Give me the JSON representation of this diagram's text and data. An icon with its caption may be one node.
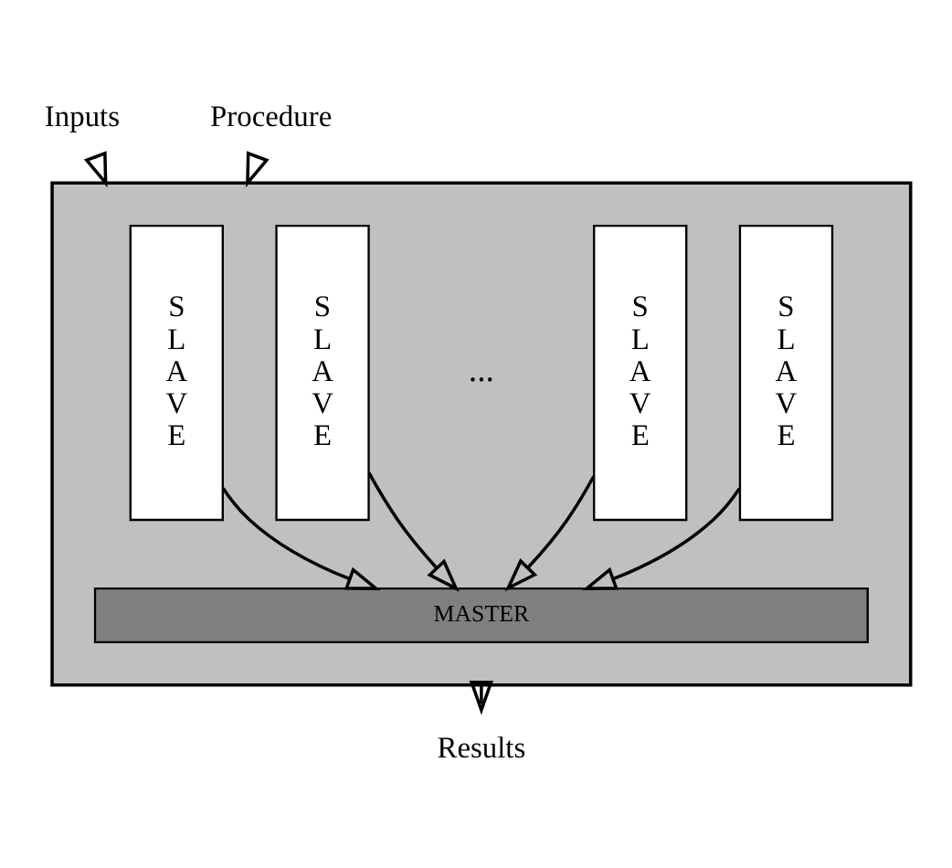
{
  "diagram": {
    "nodes": [
      {
        "text": [],
        "shape": "box"
      },
      {
        "text": [
          "S L A V E"
        ],
        "in": 0
      },
      {
        "text": [
          "S L A V E"
        ],
        "in": 0
      },
      {
        "text": [
          "S L A V E"
        ],
        "in": 0
      },
      {
        "text": [
          "S L A V E"
        ],
        "in": 0
      },
      {
        "text": [
          "MASTER"
        ],
        "in": 0
      },
      {
        "text": [
          "Inputs"
        ]
      },
      {
        "text": [
          "Procedure"
        ]
      },
      {
        "text": [
          "Results"
        ]
      }
    ],
    "edges": [
      {
        "from": 6,
        "to": 0,
        "arrow": "to"
      },
      {
        "from": 7,
        "to": 0,
        "arrow": "to"
      },
      {
        "from": 1,
        "to": 5,
        "arrow": "to"
      },
      {
        "from": 2,
        "to": 5,
        "arrow": "to"
      },
      {
        "from": 3,
        "to": 5,
        "arrow": "to"
      },
      {
        "from": 4,
        "to": 5,
        "arrow": "to"
      },
      {
        "from": 0,
        "to": 8,
        "arrow": "to"
      }
    ],
    "labels": [
      "..."
    ]
  }
}
